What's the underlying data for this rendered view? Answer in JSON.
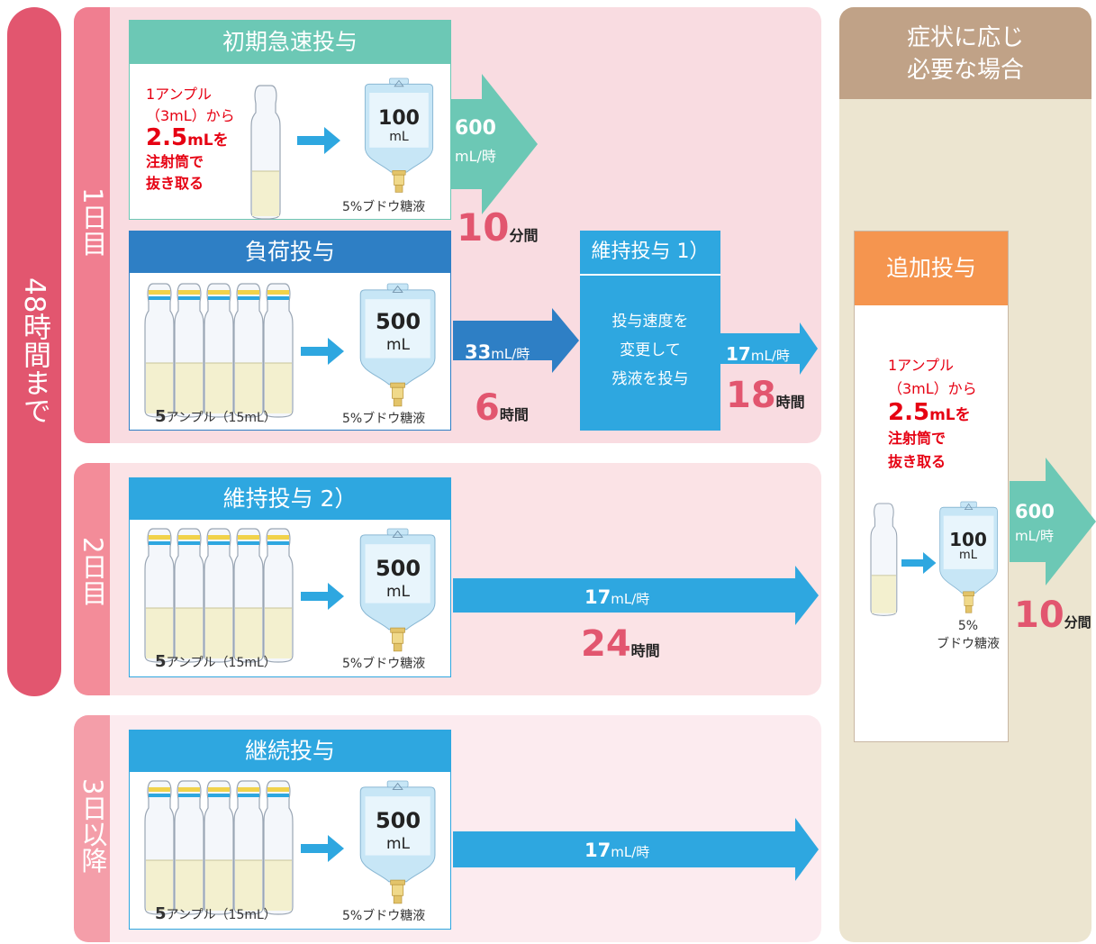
{
  "sidebar": {
    "duration_label": "48時間まで"
  },
  "days": [
    {
      "label": "1日目"
    },
    {
      "label": "2日目"
    },
    {
      "label": "3日以降"
    }
  ],
  "initial_rapid": {
    "title": "初期急速投与",
    "instruction": [
      "1アンプル",
      "（3mL）から",
      "2.5",
      "mLを",
      "注射筒で",
      "抜き取る"
    ],
    "bag_volume": "100",
    "bag_unit": "mL",
    "solution": "5%ブドウ糖液",
    "rate_value": "600",
    "rate_unit": "mL/時",
    "time_value": "10",
    "time_unit": "分間"
  },
  "loading": {
    "title": "負荷投与",
    "ampoule_count": "5",
    "ampoule_label": "アンプル（15mL）",
    "bag_volume": "500",
    "bag_unit": "mL",
    "solution": "5%ブドウ糖液",
    "rate_value": "33",
    "rate_unit": "mL/時",
    "time_value": "6",
    "time_unit": "時間"
  },
  "maintenance1": {
    "title": "維持投与 1）",
    "body": [
      "投与速度を",
      "変更して",
      "残液を投与"
    ],
    "rate_value": "17",
    "rate_unit": "mL/時",
    "time_value": "18",
    "time_unit": "時間"
  },
  "maintenance2": {
    "title": "維持投与 2）",
    "ampoule_count": "5",
    "ampoule_label": "アンプル（15mL）",
    "bag_volume": "500",
    "bag_unit": "mL",
    "solution": "5%ブドウ糖液",
    "rate_value": "17",
    "rate_unit": "mL/時",
    "time_value": "24",
    "time_unit": "時間"
  },
  "continuation": {
    "title": "継続投与",
    "ampoule_count": "5",
    "ampoule_label": "アンプル（15mL）",
    "bag_volume": "500",
    "bag_unit": "mL",
    "solution": "5%ブドウ糖液",
    "rate_value": "17",
    "rate_unit": "mL/時"
  },
  "as_needed": {
    "header": [
      "症状に応じ",
      "必要な場合"
    ],
    "title": "追加投与",
    "instruction": [
      "1アンプル",
      "（3mL）から",
      "2.5",
      "mLを",
      "注射筒で",
      "抜き取る"
    ],
    "bag_volume": "100",
    "bag_unit": "mL",
    "solution": [
      "5%",
      "ブドウ糖液"
    ],
    "rate_value": "600",
    "rate_unit": "mL/時",
    "time_value": "10",
    "time_unit": "分間"
  },
  "colors": {
    "teal": "#6cc8b5",
    "blue_dark": "#2e7fc5",
    "blue": "#2ea7e0",
    "orange": "#f5954f",
    "pink": "#e2566f",
    "red": "#e60012"
  }
}
